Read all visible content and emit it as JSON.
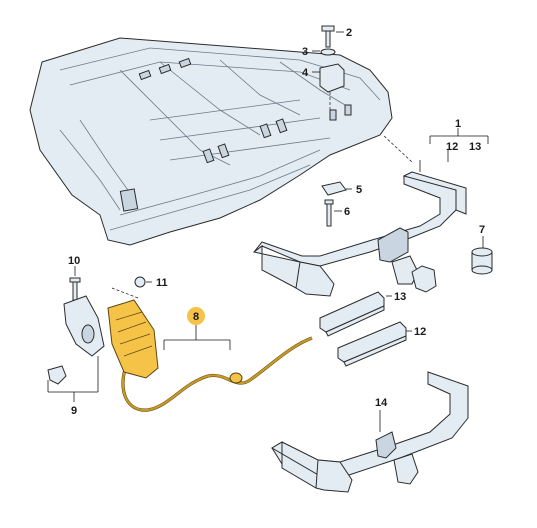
{
  "diagram": {
    "callouts": [
      {
        "id": "c1",
        "label": "1"
      },
      {
        "id": "c2",
        "label": "2"
      },
      {
        "id": "c3",
        "label": "3"
      },
      {
        "id": "c4",
        "label": "4"
      },
      {
        "id": "c5",
        "label": "5"
      },
      {
        "id": "c6",
        "label": "6"
      },
      {
        "id": "c7",
        "label": "7"
      },
      {
        "id": "c8",
        "label": "8"
      },
      {
        "id": "c9",
        "label": "9"
      },
      {
        "id": "c10",
        "label": "10"
      },
      {
        "id": "c11",
        "label": "11"
      },
      {
        "id": "c12a",
        "label": "12"
      },
      {
        "id": "c12b",
        "label": "12"
      },
      {
        "id": "c13a",
        "label": "13"
      },
      {
        "id": "c13b",
        "label": "13"
      },
      {
        "id": "c14",
        "label": "14"
      }
    ],
    "colors": {
      "highlight": "#f5c347",
      "part_fill": "#e3ecf3",
      "outline": "#2b2b2b"
    },
    "highlighted_part": "8"
  }
}
